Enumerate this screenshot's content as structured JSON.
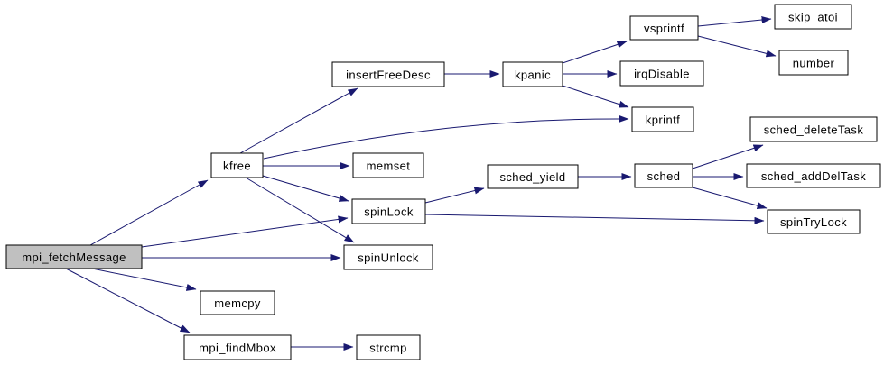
{
  "diagram": {
    "type": "call-graph",
    "description": "Function call graph for mpi_fetchMessage",
    "colors": {
      "edge": "#191970",
      "node_border": "#000000",
      "node_fill": "#ffffff",
      "root_node_fill": "#c0c0c0",
      "text": "#000000",
      "background": "#ffffff"
    },
    "nodes": {
      "mpi_fetchMessage": {
        "label": "mpi_fetchMessage",
        "root": true
      },
      "kfree": {
        "label": "kfree"
      },
      "insertFreeDesc": {
        "label": "insertFreeDesc"
      },
      "kpanic": {
        "label": "kpanic"
      },
      "vsprintf": {
        "label": "vsprintf"
      },
      "skip_atoi": {
        "label": "skip_atoi"
      },
      "number": {
        "label": "number"
      },
      "irqDisable": {
        "label": "irqDisable"
      },
      "kprintf": {
        "label": "kprintf"
      },
      "memset": {
        "label": "memset"
      },
      "sched_yield": {
        "label": "sched_yield"
      },
      "sched": {
        "label": "sched"
      },
      "sched_deleteTask": {
        "label": "sched_deleteTask"
      },
      "sched_addDelTask": {
        "label": "sched_addDelTask"
      },
      "spinTryLock": {
        "label": "spinTryLock"
      },
      "spinLock": {
        "label": "spinLock"
      },
      "spinUnlock": {
        "label": "spinUnlock"
      },
      "memcpy": {
        "label": "memcpy"
      },
      "mpi_findMbox": {
        "label": "mpi_findMbox"
      },
      "strcmp": {
        "label": "strcmp"
      }
    },
    "edges": [
      {
        "from": "mpi_fetchMessage",
        "to": "kfree"
      },
      {
        "from": "mpi_fetchMessage",
        "to": "spinLock"
      },
      {
        "from": "mpi_fetchMessage",
        "to": "spinUnlock"
      },
      {
        "from": "mpi_fetchMessage",
        "to": "memcpy"
      },
      {
        "from": "mpi_fetchMessage",
        "to": "mpi_findMbox"
      },
      {
        "from": "kfree",
        "to": "insertFreeDesc"
      },
      {
        "from": "kfree",
        "to": "kprintf"
      },
      {
        "from": "kfree",
        "to": "memset"
      },
      {
        "from": "kfree",
        "to": "spinLock"
      },
      {
        "from": "kfree",
        "to": "spinUnlock"
      },
      {
        "from": "insertFreeDesc",
        "to": "kpanic"
      },
      {
        "from": "kpanic",
        "to": "vsprintf"
      },
      {
        "from": "kpanic",
        "to": "irqDisable"
      },
      {
        "from": "kpanic",
        "to": "kprintf"
      },
      {
        "from": "vsprintf",
        "to": "skip_atoi"
      },
      {
        "from": "vsprintf",
        "to": "number"
      },
      {
        "from": "spinLock",
        "to": "sched_yield"
      },
      {
        "from": "spinLock",
        "to": "spinTryLock"
      },
      {
        "from": "sched_yield",
        "to": "sched"
      },
      {
        "from": "sched",
        "to": "sched_deleteTask"
      },
      {
        "from": "sched",
        "to": "sched_addDelTask"
      },
      {
        "from": "sched",
        "to": "spinTryLock"
      },
      {
        "from": "mpi_findMbox",
        "to": "strcmp"
      }
    ]
  }
}
